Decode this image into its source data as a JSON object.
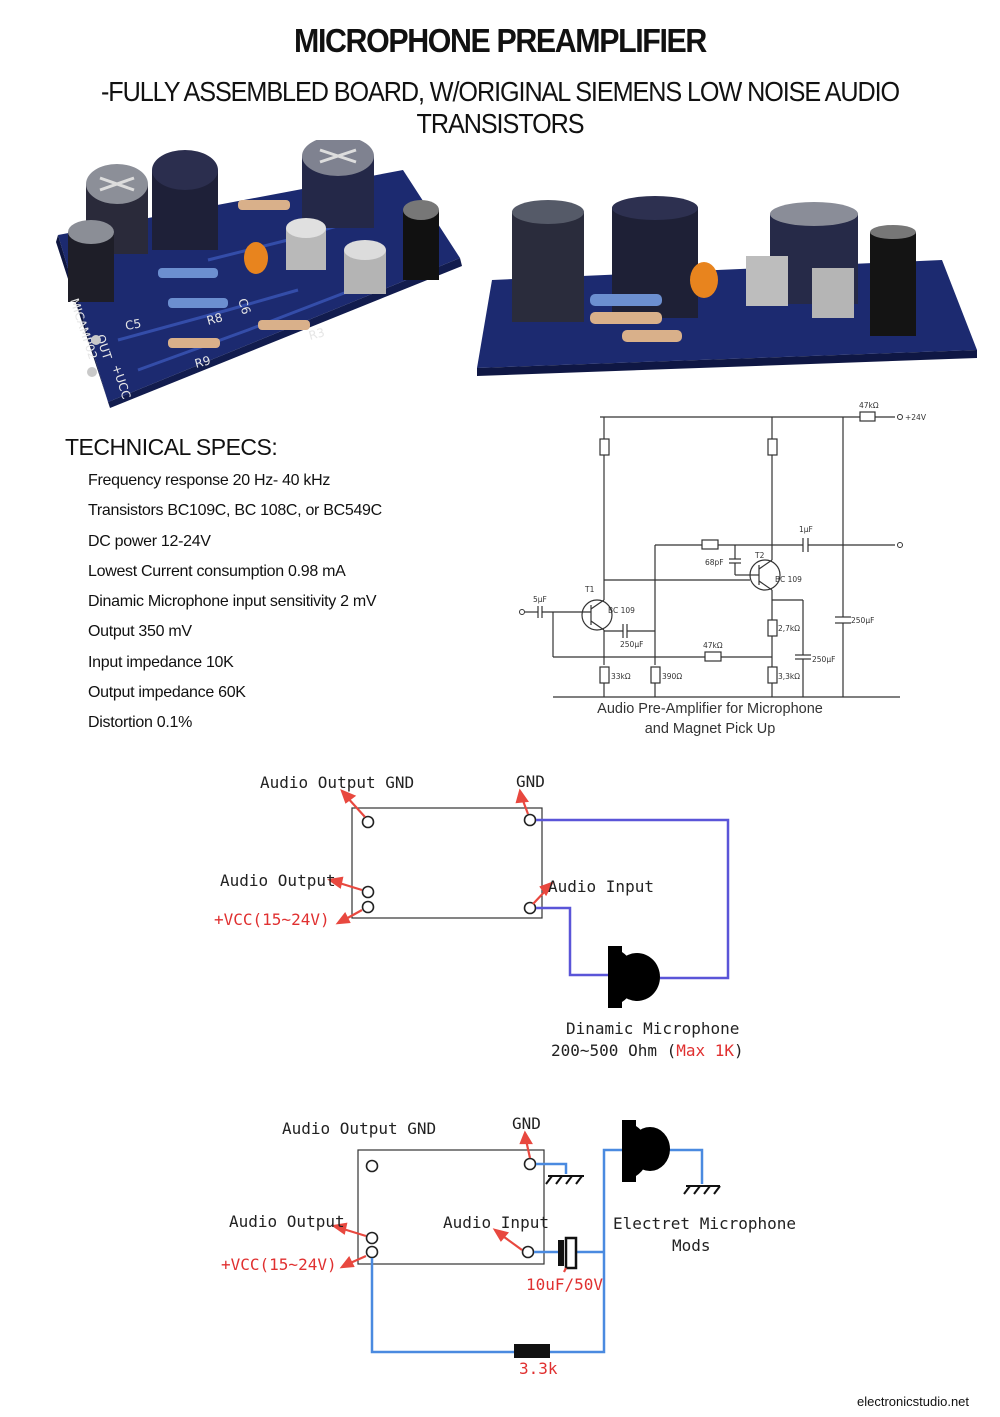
{
  "title": "MICROPHONE PREAMPLIFIER",
  "subtitle": "-FULLY ASSEMBLED BOARD, W/ORIGINAL SIEMENS LOW NOISE AUDIO TRANSISTORS",
  "board_silkscreen": {
    "name": "MICAMP02",
    "out": "OUT",
    "vcc": "+UCC",
    "parts": [
      "C5",
      "R8",
      "R9",
      "R3",
      "C6"
    ]
  },
  "specs": {
    "heading": "TECHNICAL SPECS:",
    "items": [
      "Frequency response 20 Hz- 40 kHz",
      "Transistors BC109C, BC 108C, or BC549C",
      "DC power 12-24V",
      "Lowest Current consumption 0.98 mA",
      "Dinamic Microphone input sensitivity 2 mV",
      "Output 350 mV",
      "Input impedance 10K",
      "Output impedance 60K",
      "Distortion 0.1%"
    ]
  },
  "schematic": {
    "caption_line1": "Audio Pre-Amplifier for Microphone",
    "caption_line2": "and Magnet Pick Up",
    "labels": {
      "r_top": "47kΩ",
      "supply": "+24V",
      "c_out": "1µF",
      "c_fb": "68pF",
      "t2": "T2",
      "t2_type": "BC 109",
      "t1": "T1",
      "t1_type": "BC 109",
      "c_in": "5µF",
      "c_e1": "250µF",
      "r_fb": "47kΩ",
      "r_e2": "2,7kΩ",
      "c_e2": "250µF",
      "c_sup": "250µF",
      "r_b1": "33kΩ",
      "r_e1": "390Ω",
      "r_e2b": "3,3kΩ"
    }
  },
  "wiring1": {
    "audio_output_gnd": "Audio Output GND",
    "gnd": "GND",
    "audio_output": "Audio Output",
    "audio_input": "Audio Input",
    "vcc": "+VCC(15~24V)",
    "mic_name": "Dinamic Microphone",
    "mic_spec_prefix": "200~500 Ohm (",
    "mic_spec_max": "Max 1K",
    "mic_spec_suffix": ")"
  },
  "wiring2": {
    "audio_output_gnd": "Audio Output GND",
    "gnd": "GND",
    "audio_output": "Audio Output",
    "audio_input": "Audio Input",
    "vcc": "+VCC(15~24V)",
    "mic_line1": "Electret Microphone",
    "mic_line2": "Mods",
    "capacitor": "10uF/50V",
    "resistor": "3.3k"
  },
  "credit": "electronicstudio.net",
  "colors": {
    "arrow_red": "#e8483f",
    "wire_purple": "#5a55d8",
    "wire_blue": "#4a8ae0",
    "pcb_blue": "#1a2a6e"
  }
}
